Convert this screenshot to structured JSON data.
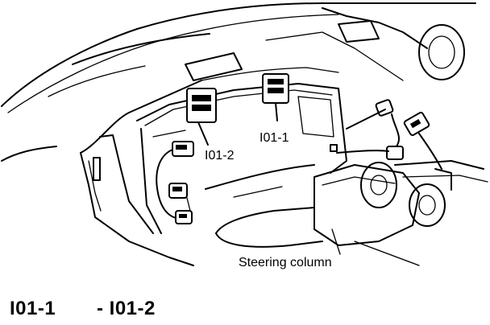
{
  "labels": {
    "connector_a": "I01-2",
    "connector_b": "I01-1",
    "steering": "Steering column"
  },
  "caption": {
    "left": "I01-1",
    "right": "- I01-2"
  }
}
